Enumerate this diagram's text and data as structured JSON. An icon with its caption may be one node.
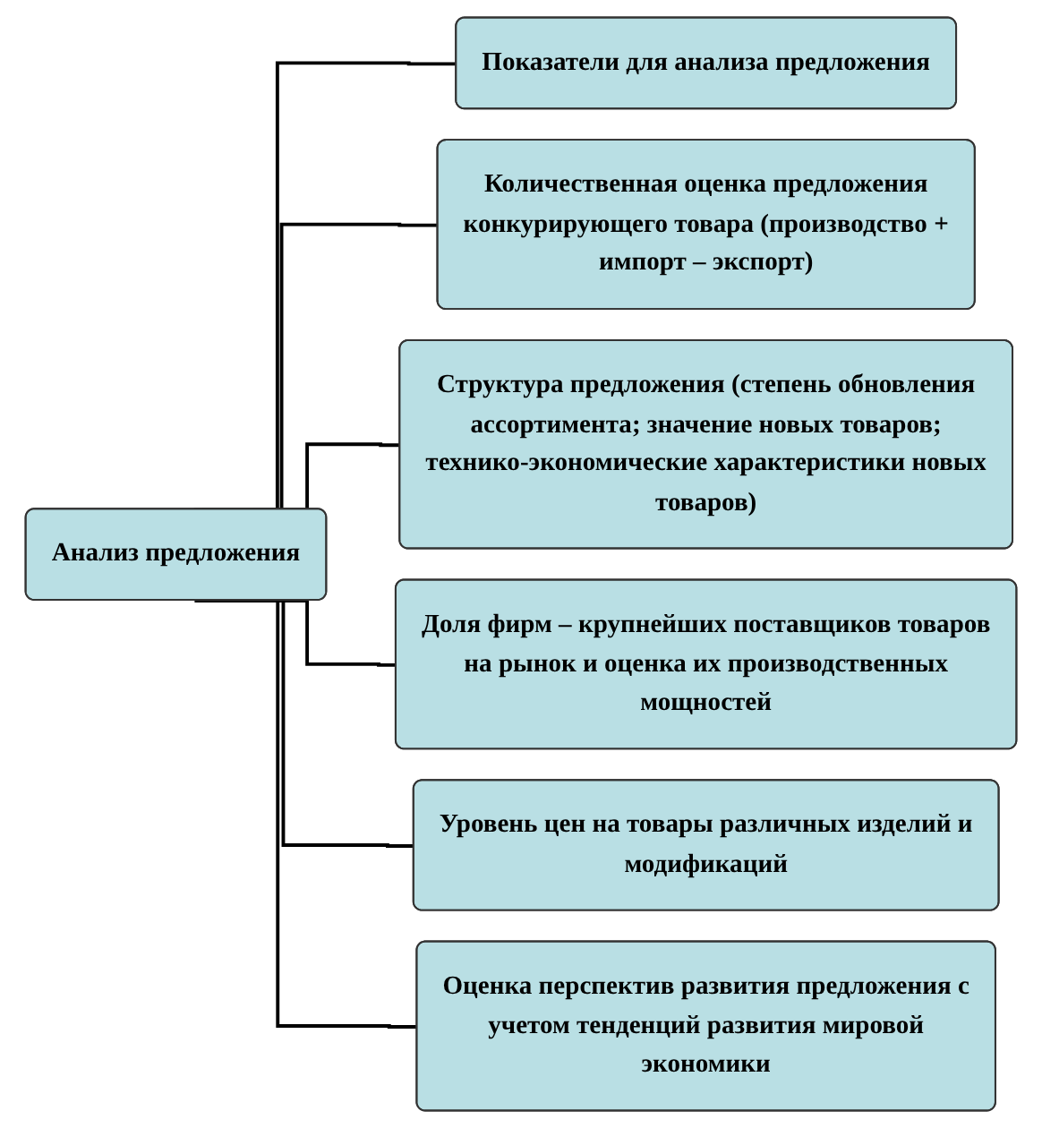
{
  "diagram": {
    "nodes": [
      {
        "text": [
          "Анализ предложения"
        ]
      },
      {
        "text": [
          "Показатели для анализа предложения"
        ]
      },
      {
        "text": [
          "Количественная оценка предложения конкурирующего товара (производство + импорт – экспорт)"
        ]
      },
      {
        "text": [
          "Структура предложения (степень обновления ассортимента; значение новых товаров; технико-экономические характеристики новых товаров)"
        ]
      },
      {
        "text": [
          "Доля фирм – крупнейших поставщиков товаров на рынок и оценка их производственных мощностей"
        ]
      },
      {
        "text": [
          "Уровень цен на товары различных изделий и модификаций"
        ]
      },
      {
        "text": [
          "Оценка перспектив развития предложения с учетом тенденций развития мировой экономики"
        ]
      }
    ],
    "edges": [
      {
        "from": 0,
        "to": 1,
        "arrow": "none"
      },
      {
        "from": 0,
        "to": 2,
        "arrow": "none"
      },
      {
        "from": 0,
        "to": 3,
        "arrow": "none"
      },
      {
        "from": 0,
        "to": 4,
        "arrow": "none"
      },
      {
        "from": 0,
        "to": 5,
        "arrow": "none"
      },
      {
        "from": 0,
        "to": 6,
        "arrow": "none"
      }
    ]
  }
}
